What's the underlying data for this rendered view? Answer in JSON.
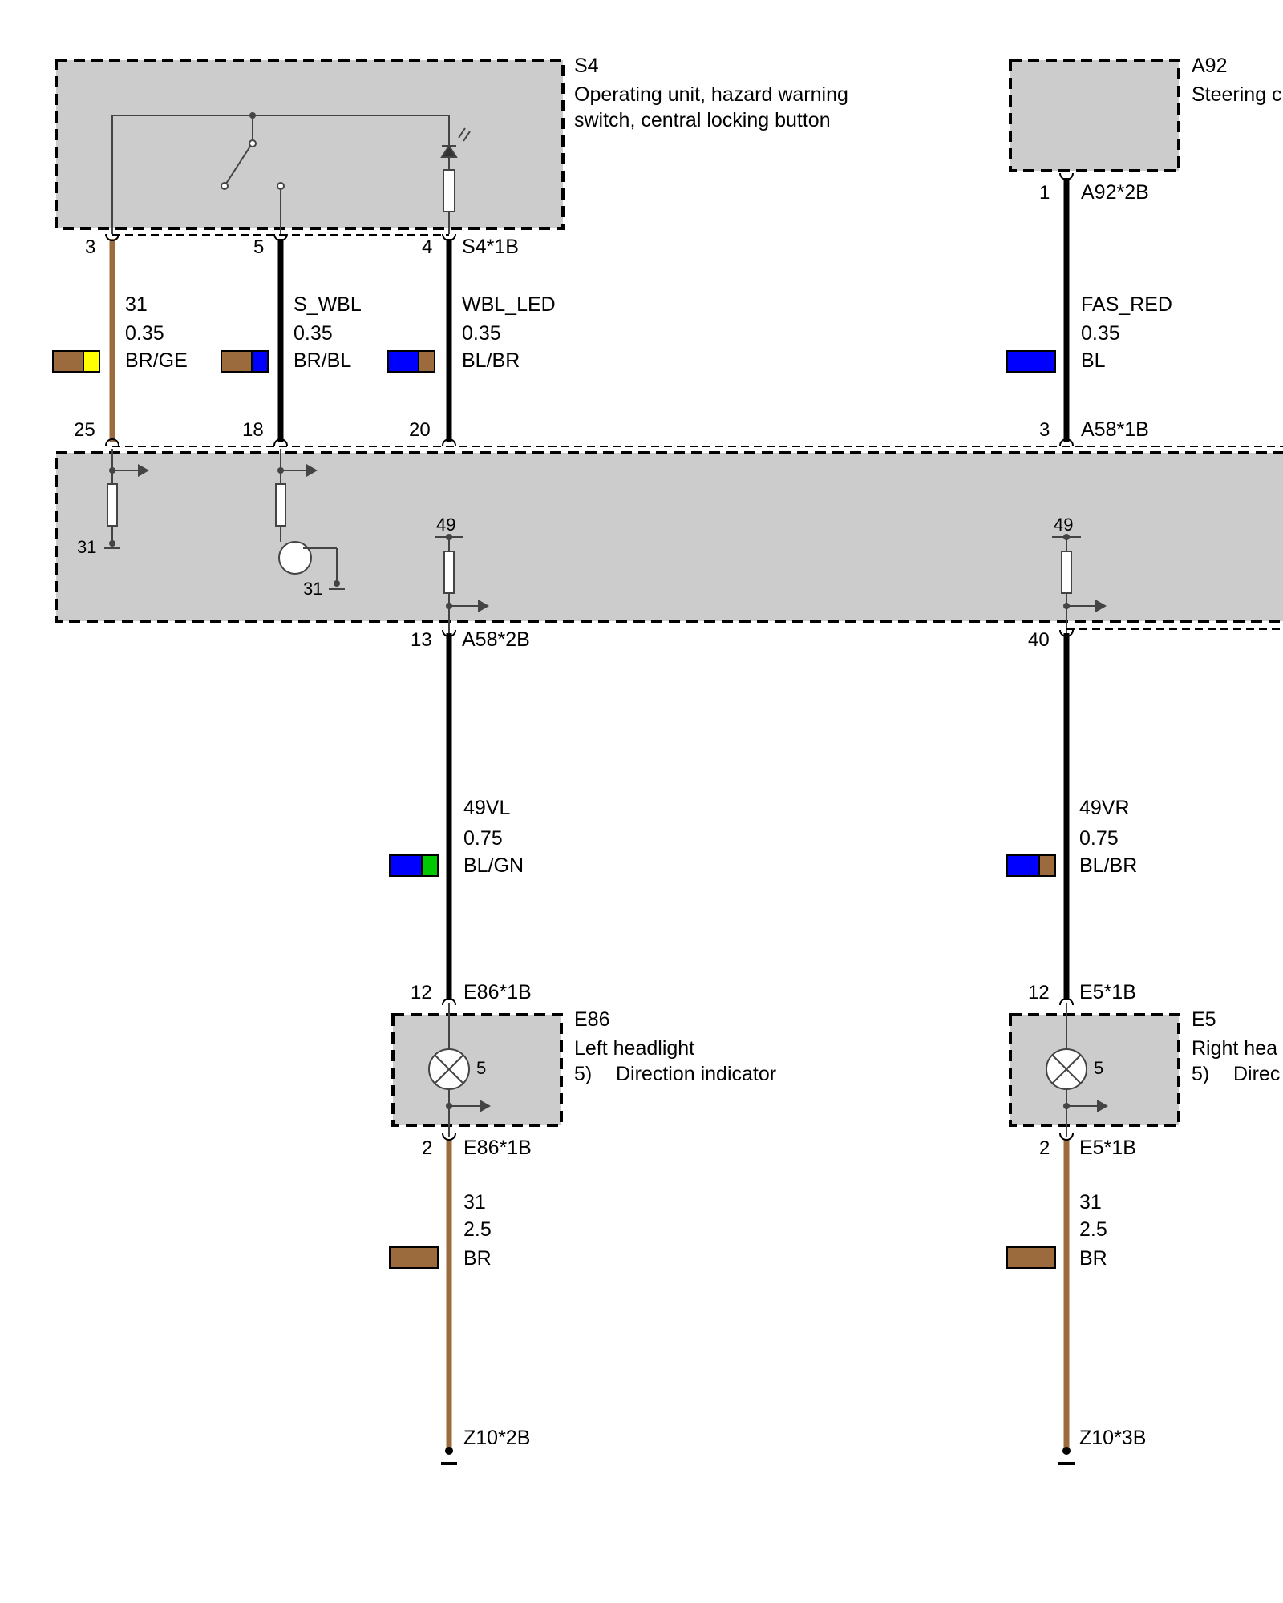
{
  "colors": {
    "BR": "#9b6b3d",
    "GE": "#ffff00",
    "BL": "#0000ff",
    "GN": "#00c800",
    "box_fill": "#cccccc",
    "wire_black": "#000000"
  },
  "components": {
    "S4": {
      "id": "S4",
      "desc1": "Operating unit, hazard warning",
      "desc2": "switch, central locking button",
      "connector": "S4*1B"
    },
    "A92": {
      "id": "A92",
      "desc1": "Steering c",
      "connector": "A92*2B"
    },
    "A58": {
      "connector_top": "A58*1B",
      "connector_bottom": "A58*2B"
    },
    "E86": {
      "id": "E86",
      "desc1": "Left headlight",
      "fn_num": "5)",
      "fn_text": "Direction indicator",
      "connector_top": "E86*1B",
      "connector_bottom": "E86*1B",
      "lamp_pin": "5"
    },
    "E5": {
      "id": "E5",
      "desc1": "Right hea",
      "fn_num": "5)",
      "fn_text": "Direc",
      "connector_top": "E5*1B",
      "connector_bottom": "E5*1B",
      "lamp_pin": "5"
    }
  },
  "wires": [
    {
      "signal": "31",
      "size": "0.35",
      "code": "BR/GE",
      "pin_top": "3",
      "pin_bottom": "25"
    },
    {
      "signal": "S_WBL",
      "size": "0.35",
      "code": "BR/BL",
      "pin_top": "5",
      "pin_bottom": "18"
    },
    {
      "signal": "WBL_LED",
      "size": "0.35",
      "code": "BL/BR",
      "pin_top": "4",
      "pin_bottom": "20"
    },
    {
      "signal": "FAS_RED",
      "size": "0.35",
      "code": "BL",
      "pin_top": "1",
      "pin_bottom": "3"
    },
    {
      "signal": "49VL",
      "size": "0.75",
      "code": "BL/GN",
      "pin_top": "13",
      "pin_bottom": "12"
    },
    {
      "signal": "49VR",
      "size": "0.75",
      "code": "BL/BR",
      "pin_top": "40",
      "pin_bottom": "12"
    },
    {
      "signal": "31",
      "size": "2.5",
      "code": "BR",
      "pin_top": "2",
      "ground": "Z10*2B"
    },
    {
      "signal": "31",
      "size": "2.5",
      "code": "BR",
      "pin_top": "2",
      "ground": "Z10*3B"
    }
  ],
  "internal_labels": {
    "gnd_a": "31",
    "gnd_b": "31",
    "supply_left": "49",
    "supply_right": "49"
  }
}
